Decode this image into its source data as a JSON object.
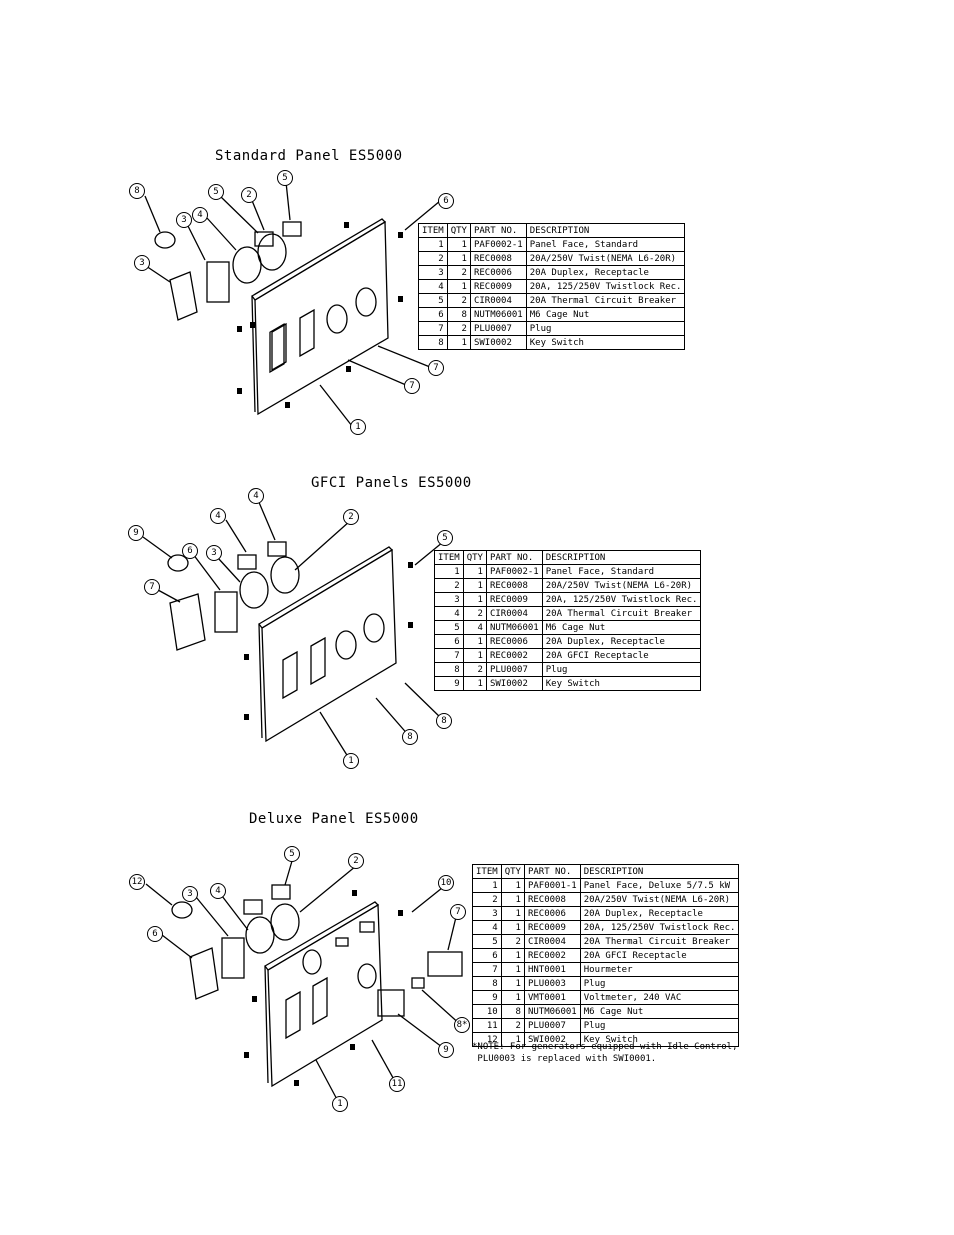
{
  "panels": [
    {
      "title": "Standard Panel ES5000",
      "headers": [
        "ITEM",
        "QTY",
        "PART NO.",
        "DESCRIPTION"
      ],
      "rows": [
        [
          "1",
          "1",
          "PAF0002-1",
          "Panel Face, Standard"
        ],
        [
          "2",
          "1",
          "REC0008",
          "20A/250V Twist(NEMA L6-20R)"
        ],
        [
          "3",
          "2",
          "REC0006",
          "20A Duplex, Receptacle"
        ],
        [
          "4",
          "1",
          "REC0009",
          "20A, 125/250V Twistlock Rec."
        ],
        [
          "5",
          "2",
          "CIR0004",
          "20A Thermal Circuit Breaker"
        ],
        [
          "6",
          "8",
          "NUTM06001",
          "M6 Cage Nut"
        ],
        [
          "7",
          "2",
          "PLU0007",
          "Plug"
        ],
        [
          "8",
          "1",
          "SWI0002",
          "Key Switch"
        ]
      ],
      "callouts": [
        "8",
        "5",
        "2",
        "5",
        "3",
        "4",
        "3",
        "6",
        "7",
        "7",
        "1"
      ]
    },
    {
      "title": "GFCI Panels ES5000",
      "headers": [
        "ITEM",
        "QTY",
        "PART NO.",
        "DESCRIPTION"
      ],
      "rows": [
        [
          "1",
          "1",
          "PAF0002-1",
          "Panel Face, Standard"
        ],
        [
          "2",
          "1",
          "REC0008",
          "20A/250V Twist(NEMA L6-20R)"
        ],
        [
          "3",
          "1",
          "REC0009",
          "20A, 125/250V Twistlock Rec."
        ],
        [
          "4",
          "2",
          "CIR0004",
          "20A Thermal Circuit Breaker"
        ],
        [
          "5",
          "4",
          "NUTM06001",
          "M6 Cage Nut"
        ],
        [
          "6",
          "1",
          "REC0006",
          "20A Duplex, Receptacle"
        ],
        [
          "7",
          "1",
          "REC0002",
          "20A GFCI Receptacle"
        ],
        [
          "8",
          "2",
          "PLU0007",
          "Plug"
        ],
        [
          "9",
          "1",
          "SWI0002",
          "Key Switch"
        ]
      ],
      "callouts": [
        "4",
        "4",
        "2",
        "9",
        "6",
        "3",
        "7",
        "5",
        "8",
        "8",
        "1"
      ]
    },
    {
      "title": "Deluxe Panel ES5000",
      "headers": [
        "ITEM",
        "QTY",
        "PART NO.",
        "DESCRIPTION"
      ],
      "rows": [
        [
          "1",
          "1",
          "PAF0001-1",
          "Panel Face, Deluxe 5/7.5 kW"
        ],
        [
          "2",
          "1",
          "REC0008",
          "20A/250V Twist(NEMA L6-20R)"
        ],
        [
          "3",
          "1",
          "REC0006",
          "20A Duplex, Receptacle"
        ],
        [
          "4",
          "1",
          "REC0009",
          "20A, 125/250V Twistlock Rec."
        ],
        [
          "5",
          "2",
          "CIR0004",
          "20A Thermal Circuit Breaker"
        ],
        [
          "6",
          "1",
          "REC0002",
          "20A GFCI Receptacle"
        ],
        [
          "7",
          "1",
          "HNT0001",
          "Hourmeter"
        ],
        [
          "8",
          "1",
          "PLU0003",
          "Plug"
        ],
        [
          "9",
          "1",
          "VMT0001",
          "Voltmeter, 240 VAC"
        ],
        [
          "10",
          "8",
          "NUTM06001",
          "M6 Cage Nut"
        ],
        [
          "11",
          "2",
          "PLU0007",
          "Plug"
        ],
        [
          "12",
          "1",
          "SWI0002",
          "Key Switch"
        ]
      ],
      "note": "*NOTE: For generators equipped with Idle Control,\n PLU0003 is replaced with SWI0001.",
      "callouts": [
        "5",
        "2",
        "12",
        "3",
        "4",
        "10",
        "7",
        "6",
        "8*",
        "9",
        "11",
        "1"
      ]
    }
  ]
}
